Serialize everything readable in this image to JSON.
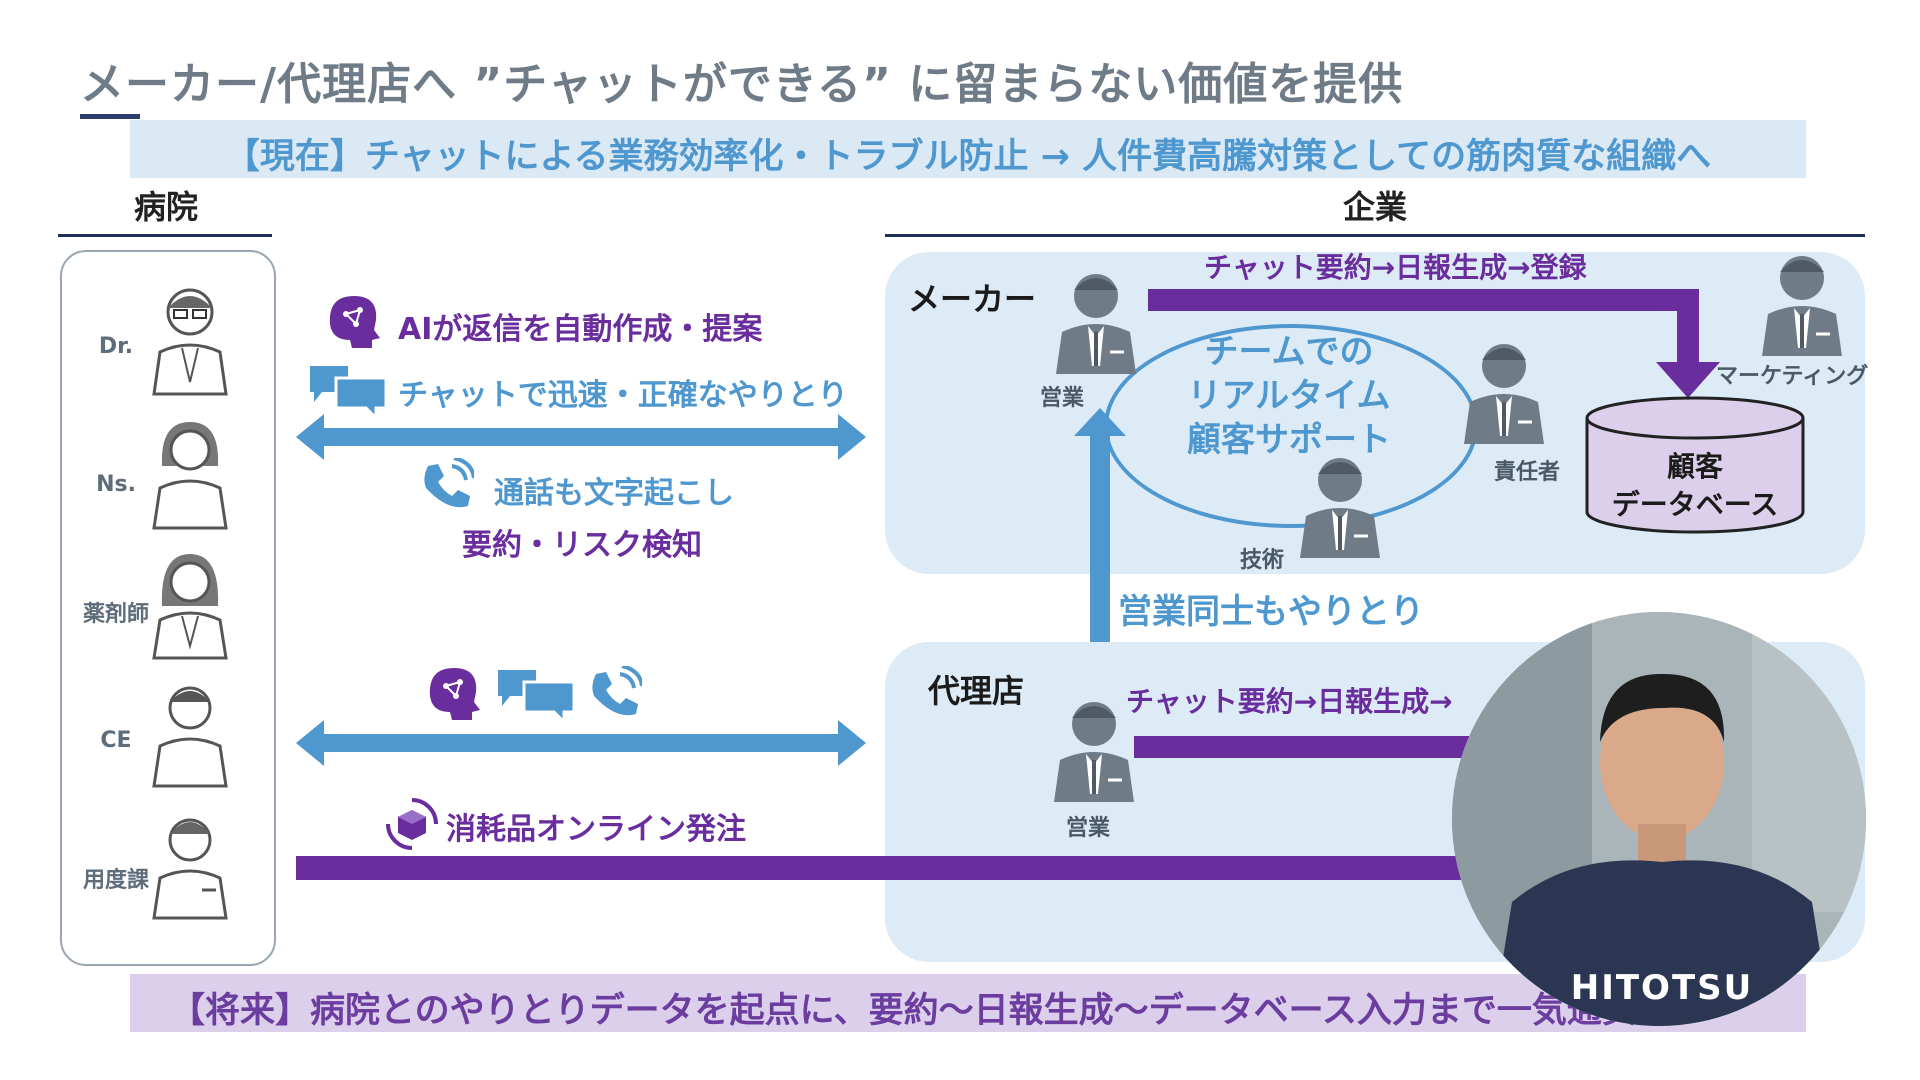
{
  "slide": {
    "title": "メーカー/代理店へ ”チャットができる” に留まらない価値を提供",
    "top_banner": "【現在】チャットによる業務効率化・トラブル防止 → 人件費高騰対策としての筋肉質な組織へ",
    "bottom_banner": "【将来】病院とのやりとりデータを起点に、要約〜日報生成〜データベース入力まで一気通貫DX"
  },
  "hospital": {
    "header": "病院",
    "roles": [
      "Dr.",
      "Ns.",
      "薬剤師",
      "CE",
      "用度課"
    ]
  },
  "company": {
    "header": "企業"
  },
  "features": {
    "ai_reply": "AIが返信を自動作成・提案",
    "chat": "チャットで迅速・正確なやりとり",
    "call": "通話も文字起こし",
    "summary_risk": "要約・リスク検知",
    "online_order": "消耗品オンライン発注"
  },
  "maker": {
    "label": "メーカー",
    "flow": "チャット要約→日報生成→登録",
    "team": [
      "チームでの",
      "リアルタイム",
      "顧客サポート"
    ],
    "sales": "営業",
    "tech": "技術",
    "manager": "責任者",
    "marketing": "マーケティング",
    "database": [
      "顧客",
      "データベース"
    ]
  },
  "between": "営業同士もやりとり",
  "dealer": {
    "label": "代理店",
    "flow": "チャット要約→日報生成→",
    "sales": "営業"
  },
  "video": {
    "shirt_text": "HITOTSU"
  },
  "colors": {
    "blue": "#4f97cf",
    "purple": "#6a2d9e",
    "panel": "#ddebf7",
    "navy": "#1f2f5c",
    "gray": "#6f7c88"
  }
}
